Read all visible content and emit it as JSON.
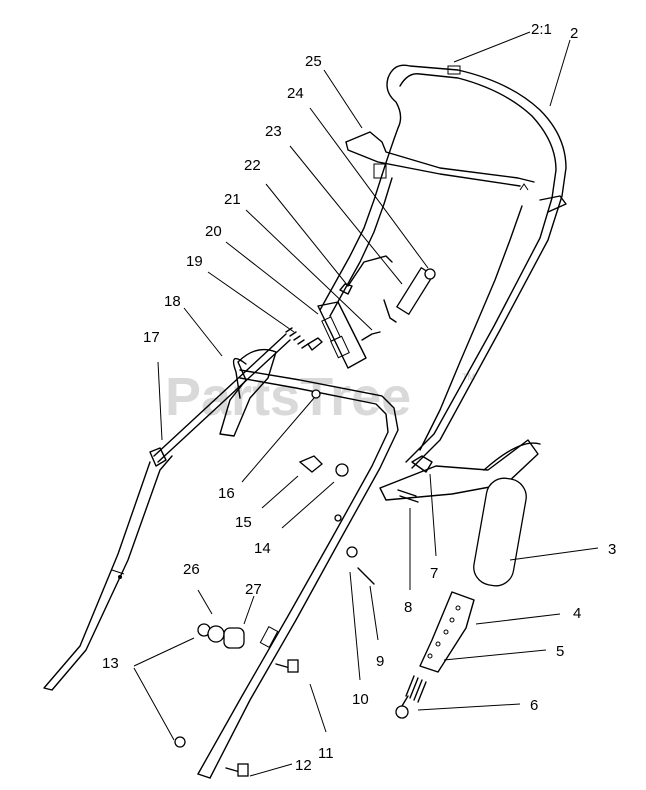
{
  "watermark": {
    "text": "PartsTree",
    "trademark": "TM"
  },
  "callouts": [
    {
      "id": "c-2-1",
      "label": "2:1"
    },
    {
      "id": "c-2",
      "label": "2"
    },
    {
      "id": "c-25",
      "label": "25"
    },
    {
      "id": "c-24",
      "label": "24"
    },
    {
      "id": "c-23",
      "label": "23"
    },
    {
      "id": "c-22",
      "label": "22"
    },
    {
      "id": "c-21",
      "label": "21"
    },
    {
      "id": "c-20",
      "label": "20"
    },
    {
      "id": "c-19",
      "label": "19"
    },
    {
      "id": "c-18",
      "label": "18"
    },
    {
      "id": "c-17",
      "label": "17"
    },
    {
      "id": "c-16",
      "label": "16"
    },
    {
      "id": "c-15",
      "label": "15"
    },
    {
      "id": "c-14",
      "label": "14"
    },
    {
      "id": "c-3",
      "label": "3"
    },
    {
      "id": "c-4",
      "label": "4"
    },
    {
      "id": "c-5",
      "label": "5"
    },
    {
      "id": "c-6",
      "label": "6"
    },
    {
      "id": "c-7",
      "label": "7"
    },
    {
      "id": "c-8",
      "label": "8"
    },
    {
      "id": "c-9",
      "label": "9"
    },
    {
      "id": "c-10",
      "label": "10"
    },
    {
      "id": "c-11",
      "label": "11"
    },
    {
      "id": "c-12",
      "label": "12"
    },
    {
      "id": "c-13",
      "label": "13"
    },
    {
      "id": "c-26",
      "label": "26"
    },
    {
      "id": "c-27",
      "label": "27"
    }
  ]
}
